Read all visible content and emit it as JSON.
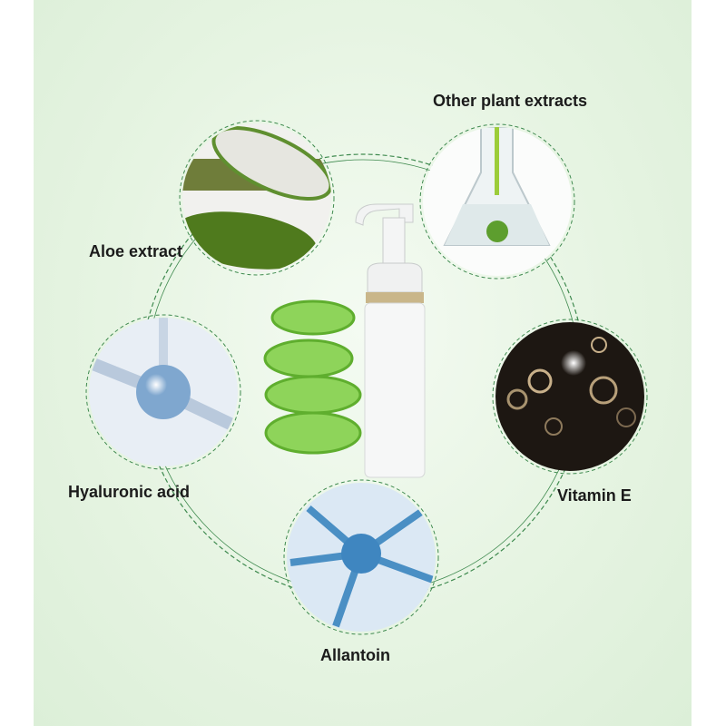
{
  "ingredients": [
    {
      "name": "Aloe extract",
      "icon": "aloe-slice-icon"
    },
    {
      "name": "Other plant extracts",
      "icon": "flask-icon"
    },
    {
      "name": "Hyaluronic acid",
      "icon": "molecule-icon"
    },
    {
      "name": "Vitamin E",
      "icon": "bubbles-icon"
    },
    {
      "name": "Allantoin",
      "icon": "neuron-icon"
    }
  ],
  "colors": {
    "ring": "#3f8a4f",
    "background": "#e6f4e2",
    "aloe": "#7ccf3a"
  }
}
